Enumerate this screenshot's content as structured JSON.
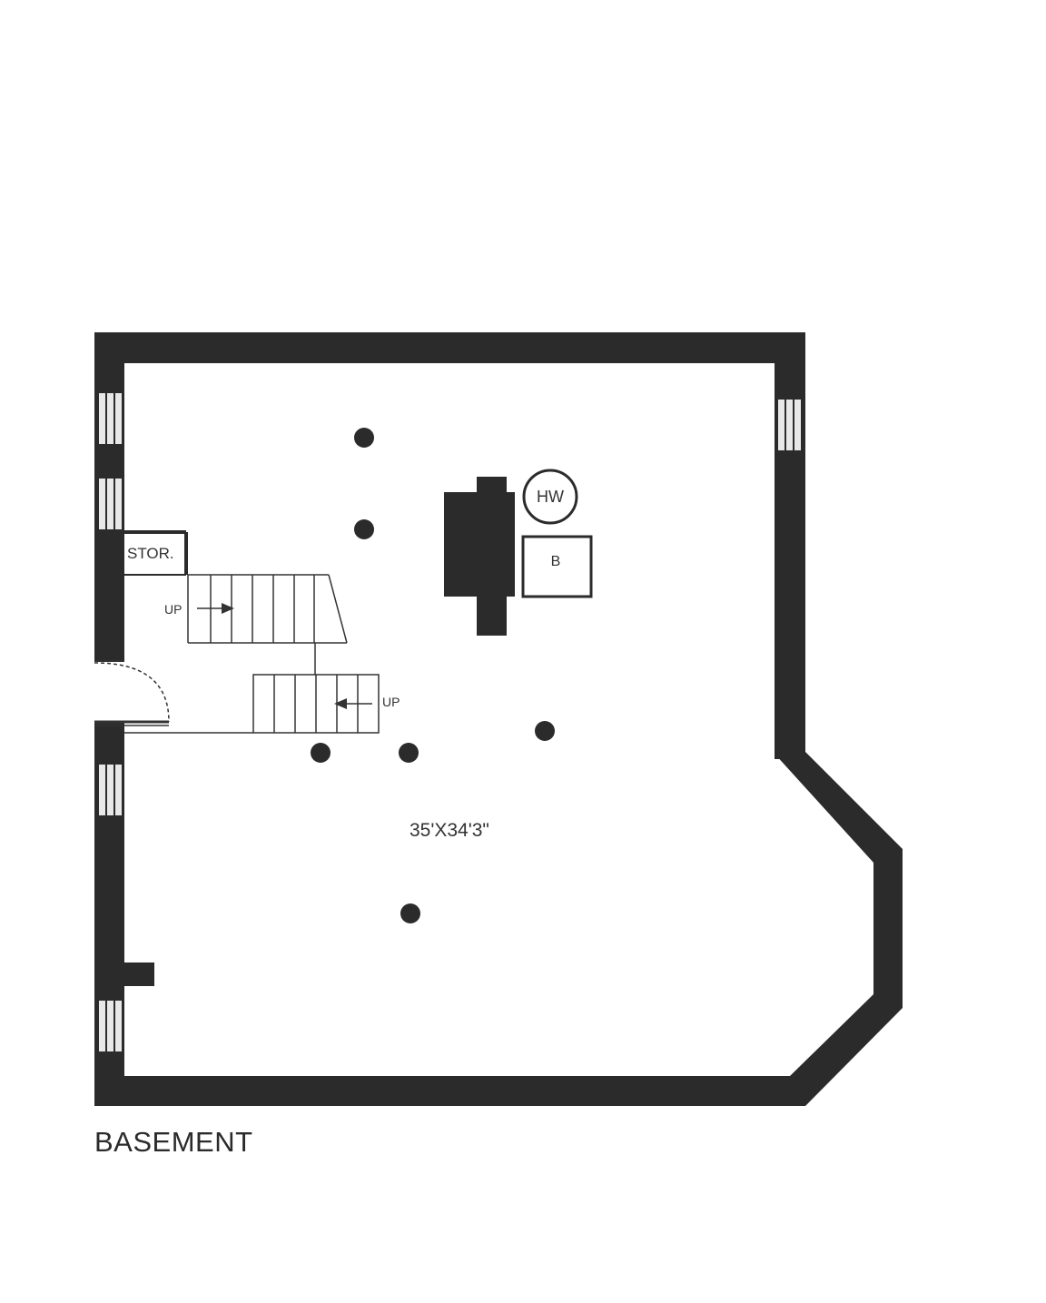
{
  "floor_name": "BASEMENT",
  "labels": {
    "storage": "STOR.",
    "stairs_up_1": "UP",
    "stairs_up_2": "UP",
    "hot_water": "HW",
    "boiler": "B",
    "room_dimensions": "35'X34'3\""
  },
  "colors": {
    "wall": "#2b2b2b",
    "window_fill": "#e8e8e8",
    "line": "#333333",
    "background": "#ffffff"
  }
}
